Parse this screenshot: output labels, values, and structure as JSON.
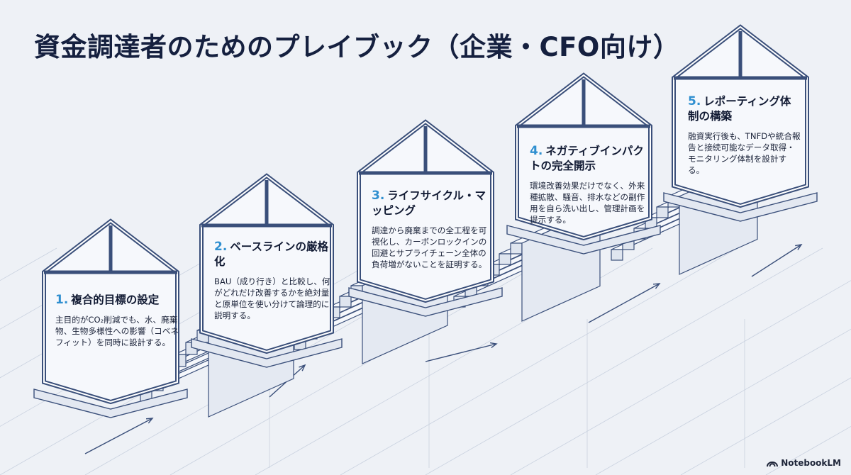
{
  "title": "資金調達者のためのプレイブック（企業・CFO向け）",
  "steps": [
    {
      "num": "1.",
      "heading": "複合的目標の設定",
      "body": "主目的がCO₂削減でも、水、廃棄物、生物多様性への影響（コベネフィット）を同時に設計する。"
    },
    {
      "num": "2.",
      "heading": "ベースラインの厳格化",
      "body": "BAU（成り行き）と比較し、何がどれだけ改善するかを絶対量と原単位を使い分けて論理的に説明する。"
    },
    {
      "num": "3.",
      "heading": "ライフサイクル・マッピング",
      "body": "調達から廃棄までの全工程を可視化し、カーボンロックインの回避とサプライチェーン全体の負荷増がないことを証明する。"
    },
    {
      "num": "4.",
      "heading": "ネガティブインパクトの完全開示",
      "body": "環境改善効果だけでなく、外来種拡散、騒音、排水などの副作用を自ら洗い出し、管理計画を提示する。"
    },
    {
      "num": "5.",
      "heading": "レポーティング体制の構築",
      "body": "融資実行後も、TNFDや統合報告と接続可能なデータ取得・モニタリング体制を設計する。"
    }
  ],
  "brand": "NotebookLM",
  "colors": {
    "stroke": "#3a4f7a",
    "fill": "#f6f8fc",
    "accent": "#2f8fd0",
    "title": "#15203f",
    "grid": "#c9d1df"
  },
  "icons": {
    "brand": "notebooklm-logo-icon",
    "arrow": "arrow-up-right-icon"
  }
}
